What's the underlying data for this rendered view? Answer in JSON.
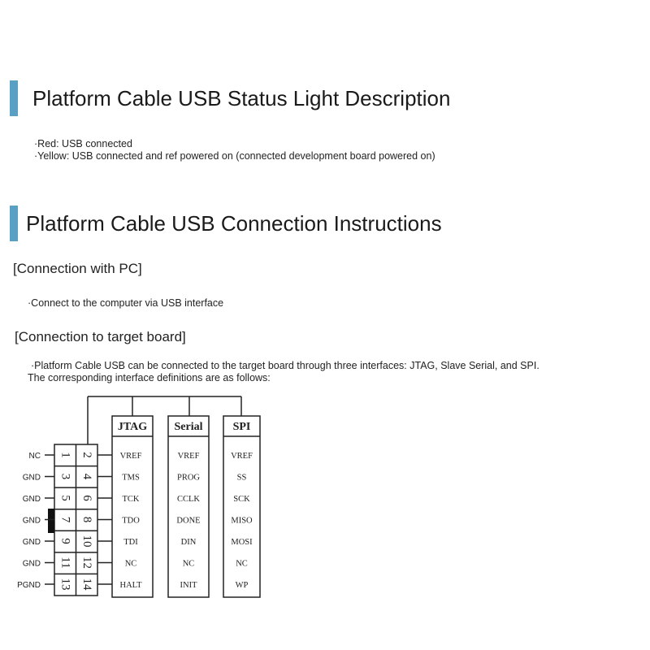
{
  "status_section": {
    "title": "Platform Cable USB Status Light Description",
    "bullets": [
      "·Red: USB connected",
      "·Yellow: USB connected and ref powered on (connected development board powered on)"
    ]
  },
  "connection_section": {
    "title": "Platform Cable USB Connection Instructions",
    "pc": {
      "heading": "[Connection with PC]",
      "text": "·Connect to the computer via USB interface"
    },
    "target": {
      "heading": "[Connection to target board]",
      "lines": [
        "·Platform Cable USB can be connected to the target board through three interfaces: JTAG, Slave Serial, and SPI.",
        "The corresponding interface definitions are as follows:"
      ]
    }
  },
  "pinout": {
    "left_labels": [
      "NC",
      "GND",
      "GND",
      "GND",
      "GND",
      "GND",
      "PGND"
    ],
    "pin_pairs": [
      [
        "1",
        "2"
      ],
      [
        "3",
        "4"
      ],
      [
        "5",
        "6"
      ],
      [
        "7",
        "8"
      ],
      [
        "9",
        "10"
      ],
      [
        "11",
        "12"
      ],
      [
        "13",
        "14"
      ]
    ],
    "columns": [
      {
        "header": "JTAG",
        "signals": [
          "VREF",
          "TMS",
          "TCK",
          "TDO",
          "TDI",
          "NC",
          "HALT"
        ]
      },
      {
        "header": "Serial",
        "signals": [
          "VREF",
          "PROG",
          "CCLK",
          "DONE",
          "DIN",
          "NC",
          "INIT"
        ]
      },
      {
        "header": "SPI",
        "signals": [
          "VREF",
          "SS",
          "SCK",
          "MISO",
          "MOSI",
          "NC",
          "WP"
        ]
      }
    ]
  }
}
